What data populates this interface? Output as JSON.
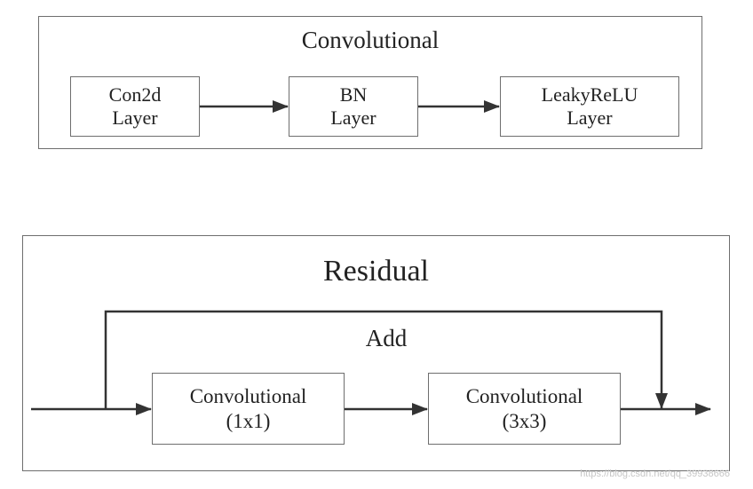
{
  "convolutional_block": {
    "title": "Convolutional",
    "nodes": [
      {
        "line1": "Con2d",
        "line2": "Layer"
      },
      {
        "line1": "BN",
        "line2": "Layer"
      },
      {
        "line1": "LeakyReLU",
        "line2": "Layer"
      }
    ]
  },
  "residual_block": {
    "title": "Residual",
    "skip_label": "Add",
    "nodes": [
      {
        "line1": "Convolutional",
        "line2": "(1x1)"
      },
      {
        "line1": "Convolutional",
        "line2": "(3x3)"
      }
    ]
  },
  "watermark": "https://blog.csdn.net/qq_39938666",
  "colors": {
    "line": "#333333",
    "border": "#6e6e6e",
    "text": "#222222"
  }
}
